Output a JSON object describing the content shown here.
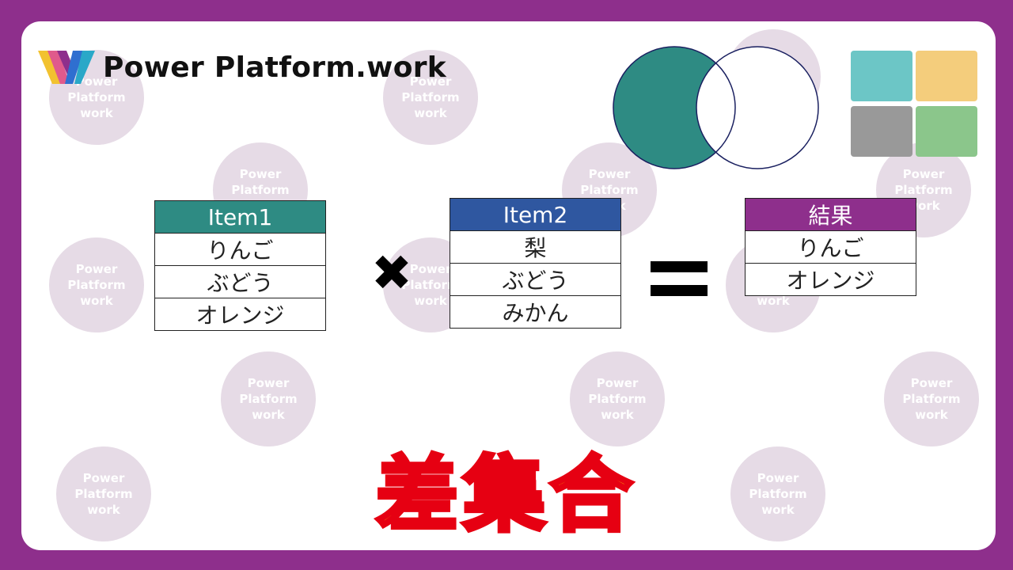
{
  "brand": {
    "name": "Power Platform.work"
  },
  "watermark": {
    "line1": "Power",
    "line2": "Platform",
    "line3": "work"
  },
  "tables": {
    "item1": {
      "header": "Item1",
      "header_color": "#2e8b83",
      "rows": [
        "りんご",
        "ぶどう",
        "オレンジ"
      ]
    },
    "item2": {
      "header": "Item2",
      "header_color": "#2f57a0",
      "rows": [
        "梨",
        "ぶどう",
        "みかん"
      ]
    },
    "result": {
      "header": "結果",
      "header_color": "#8e2f8c",
      "rows": [
        "りんご",
        "オレンジ"
      ]
    }
  },
  "operators": {
    "multiply": "✖",
    "equals": "="
  },
  "title": "差集合",
  "colors": {
    "frame": "#8e2f8c",
    "venn_fill": "#2e8b83",
    "tiles": [
      "#6cc6c6",
      "#f4cd7c",
      "#999999",
      "#8bc68b"
    ]
  }
}
